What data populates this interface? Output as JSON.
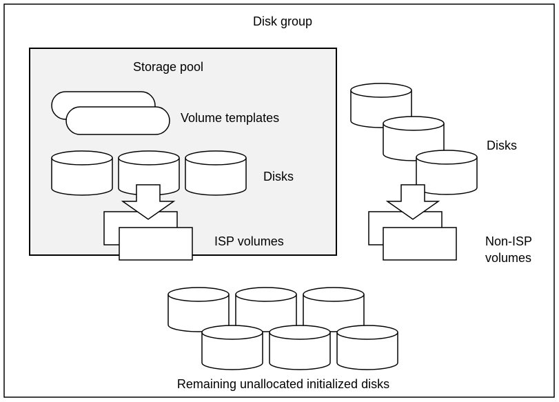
{
  "disk_group": {
    "label": "Disk group"
  },
  "storage_pool": {
    "label": "Storage pool",
    "volume_templates_label": "Volume templates",
    "disks_label": "Disks",
    "isp_volumes_label": "ISP volumes"
  },
  "outside_pool": {
    "disks_label": "Disks",
    "non_isp_volumes_label_line1": "Non-ISP",
    "non_isp_volumes_label_line2": "volumes"
  },
  "unallocated": {
    "label": "Remaining unallocated initialized disks"
  },
  "colors": {
    "pool_fill": "#f2f2f2",
    "stroke": "#000000",
    "background": "#ffffff"
  }
}
